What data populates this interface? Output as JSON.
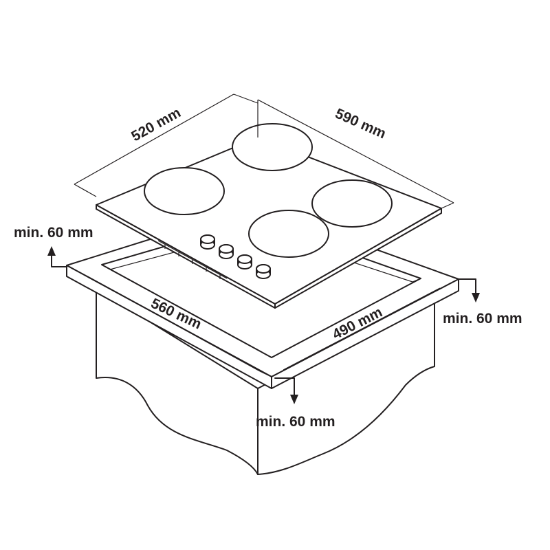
{
  "dimensions": {
    "hob_depth": "520 mm",
    "hob_width": "590 mm",
    "cutout_width": "560 mm",
    "cutout_depth": "490 mm",
    "clearance_back": "min. 60 mm",
    "clearance_side": "min. 60 mm",
    "clearance_front": "min. 60 mm"
  },
  "hob": {
    "burner_count": 4,
    "knob_count": 4
  },
  "colors": {
    "line": "#231f20",
    "background": "#ffffff"
  }
}
